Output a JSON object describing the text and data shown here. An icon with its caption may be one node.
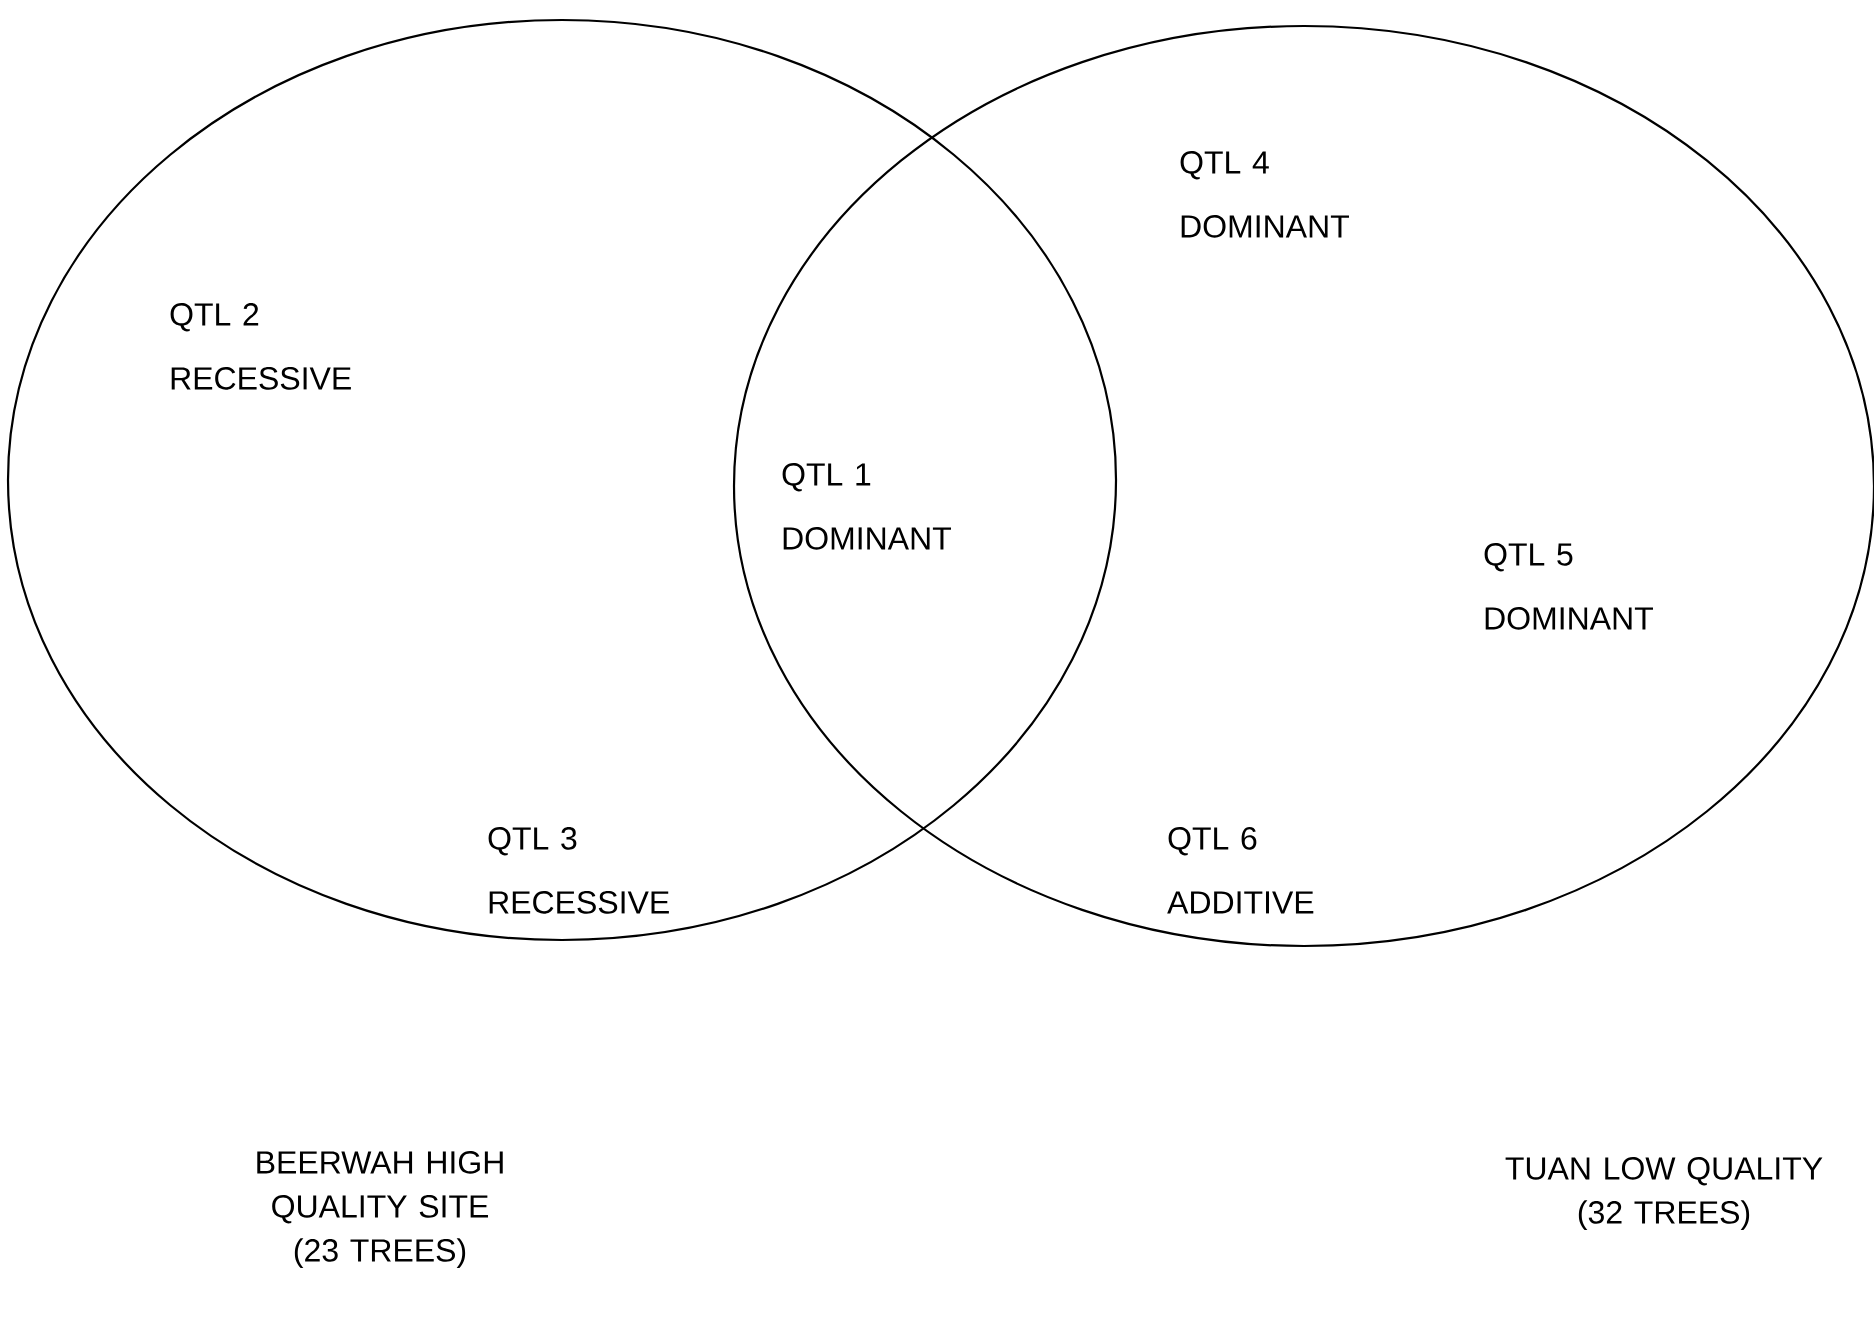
{
  "diagram": {
    "nodes": [
      {
        "text": [],
        "shape": "circle"
      },
      {
        "text": [],
        "shape": "circle"
      }
    ],
    "edges": [],
    "labels": [
      "QTL 4 DOMINANT",
      "QTL 2 RECESSIVE",
      "QTL 1 DOMINANT",
      "QTL 5 DOMINANT",
      "QTL 3 RECESSIVE",
      "QTL 6 ADDITIVE",
      "BEERWAH HIGH QUALITY SITE (23 TREES)",
      "TUAN LOW QUALITY (32 TREES)"
    ]
  }
}
